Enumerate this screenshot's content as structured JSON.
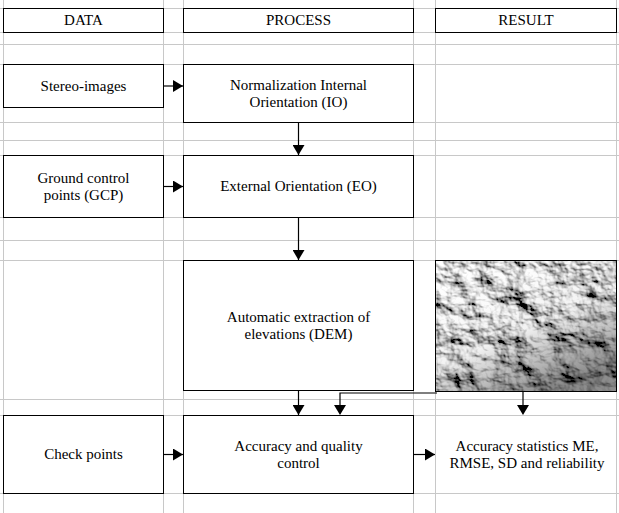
{
  "diagram": {
    "nodes": [
      {
        "text": [
          "DATA"
        ]
      },
      {
        "text": [
          "PROCESS"
        ]
      },
      {
        "text": [
          "RESULT"
        ]
      },
      {
        "text": [
          "Stereo-images"
        ]
      },
      {
        "text": [
          "Normalization Internal Orientation (IO)"
        ]
      },
      {
        "text": [
          "Ground control points (GCP)"
        ]
      },
      {
        "text": [
          "External Orientation (EO)"
        ]
      },
      {
        "text": [
          "Automatic extraction of elevations (DEM)"
        ]
      },
      {
        "text": [
          "Check points"
        ]
      },
      {
        "text": [
          "Accuracy and quality control"
        ]
      },
      {
        "text": [
          "Accuracy statistics ME, RMSE, SD and reliability"
        ]
      }
    ],
    "edges": [
      {
        "from": 3,
        "to": 4,
        "arrow": "to"
      },
      {
        "from": 4,
        "to": 6,
        "arrow": "to"
      },
      {
        "from": 5,
        "to": 6,
        "arrow": "to"
      },
      {
        "from": 6,
        "to": 7,
        "arrow": "to"
      },
      {
        "from": 7,
        "to": 9,
        "arrow": "to"
      },
      {
        "from": 8,
        "to": 9,
        "arrow": "to"
      },
      {
        "from": 9,
        "to": 10,
        "arrow": "to"
      }
    ]
  }
}
